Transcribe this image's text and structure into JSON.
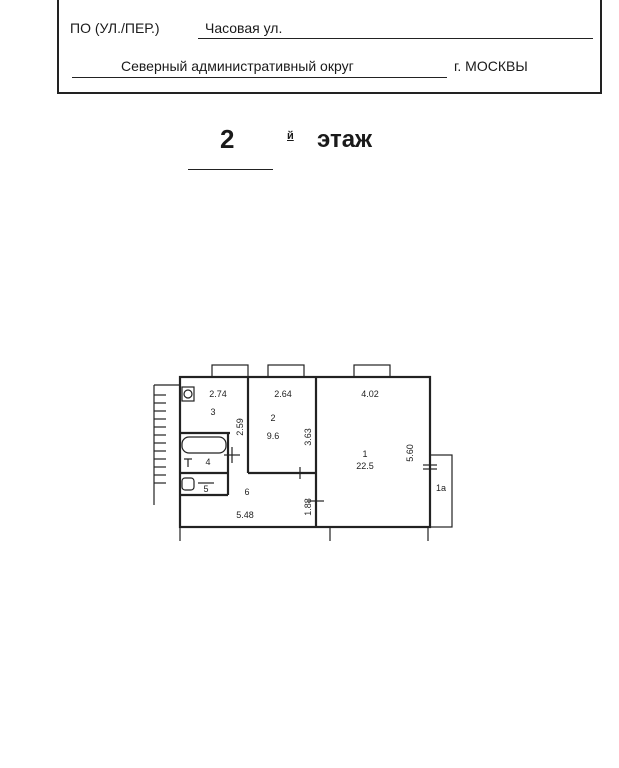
{
  "header": {
    "street_label": "ПО (УЛ./ПЕР.)",
    "street_value": "Часовая ул.",
    "district_value": "Северный административный округ",
    "city_value": "г. МОСКВЫ"
  },
  "floor": {
    "number": "2",
    "suffix": "й",
    "word": "этаж"
  },
  "plan": {
    "rooms": [
      {
        "label": "1",
        "area": "22.5"
      },
      {
        "label": "2",
        "area": "9.6"
      },
      {
        "label": "3"
      },
      {
        "label": "4"
      },
      {
        "label": "5"
      },
      {
        "label": "6",
        "area": "5.48"
      },
      {
        "label": "1а"
      }
    ],
    "dimensions": [
      "2.74",
      "2.64",
      "4.02",
      "2.59",
      "3.63",
      "5.60",
      "1.88"
    ]
  }
}
